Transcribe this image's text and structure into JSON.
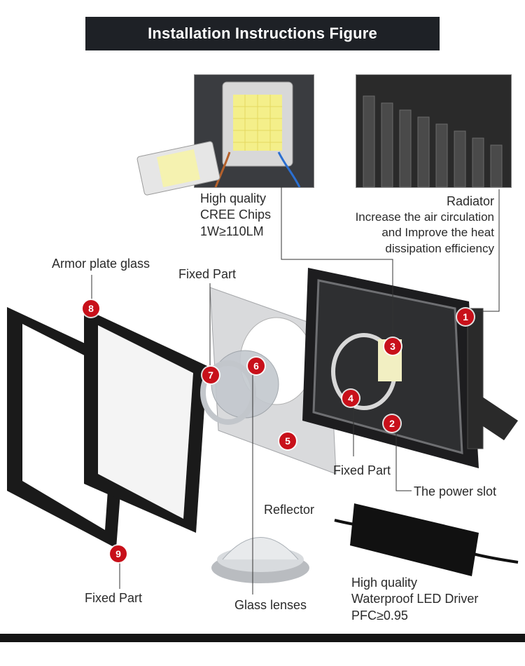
{
  "title": "Installation Instructions Figure",
  "labels": {
    "chips": [
      "High quality",
      "CREE Chips",
      "1W≥110LM"
    ],
    "radiator": [
      "Radiator",
      "Increase the air circulation",
      "and Improve the heat",
      "dissipation efficiency"
    ],
    "armor_plate_glass": "Armor plate glass",
    "fixed_part_top": "Fixed Part",
    "fixed_part_mid": "Fixed Part",
    "fixed_part_bottom": "Fixed Part",
    "power_slot": "The power slot",
    "reflector": "Reflector",
    "glass_lenses": "Glass lenses",
    "driver": [
      "High quality",
      "Waterproof LED Driver",
      "PFC≥0.95"
    ]
  },
  "badges": [
    "1",
    "2",
    "3",
    "4",
    "5",
    "6",
    "7",
    "8",
    "9"
  ],
  "colors": {
    "badge": "#c8101a",
    "banner": "#1e2126",
    "leader": "#333333"
  }
}
